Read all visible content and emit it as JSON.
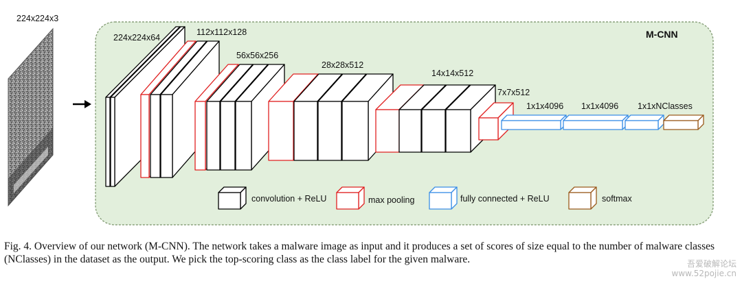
{
  "input_label": "224x224x3",
  "network_name": "M-CNN",
  "dimension_labels": {
    "conv1": "224x224x64",
    "conv2": "112x112x128",
    "conv3": "56x56x256",
    "conv4": "28x28x512",
    "conv5": "14x14x512",
    "pool5": "7x7x512",
    "fc1": "1x1x4096",
    "fc2": "1x1x4096",
    "fc3": "1x1xNClasses"
  },
  "legend": {
    "conv": "convolution + ReLU",
    "pool": "max pooling",
    "fc": "fully connected + ReLU",
    "softmax": "softmax"
  },
  "colors": {
    "panel_fill": "#e2efdc",
    "panel_border": "#88a07a",
    "conv": "#000000",
    "pool": "#e02020",
    "fc": "#3a8ee6",
    "softmax": "#9a5a1c"
  },
  "caption": "Fig. 4.   Overview of our network (M-CNN). The network takes a malware image as input and it produces a set of scores of size equal to the number of malware classes (NClasses) in the dataset as the output. We pick the top-scoring class as the class label for the given malware.",
  "watermark": {
    "line1": "吾爱破解论坛",
    "line2": "www.52pojie.cn"
  }
}
